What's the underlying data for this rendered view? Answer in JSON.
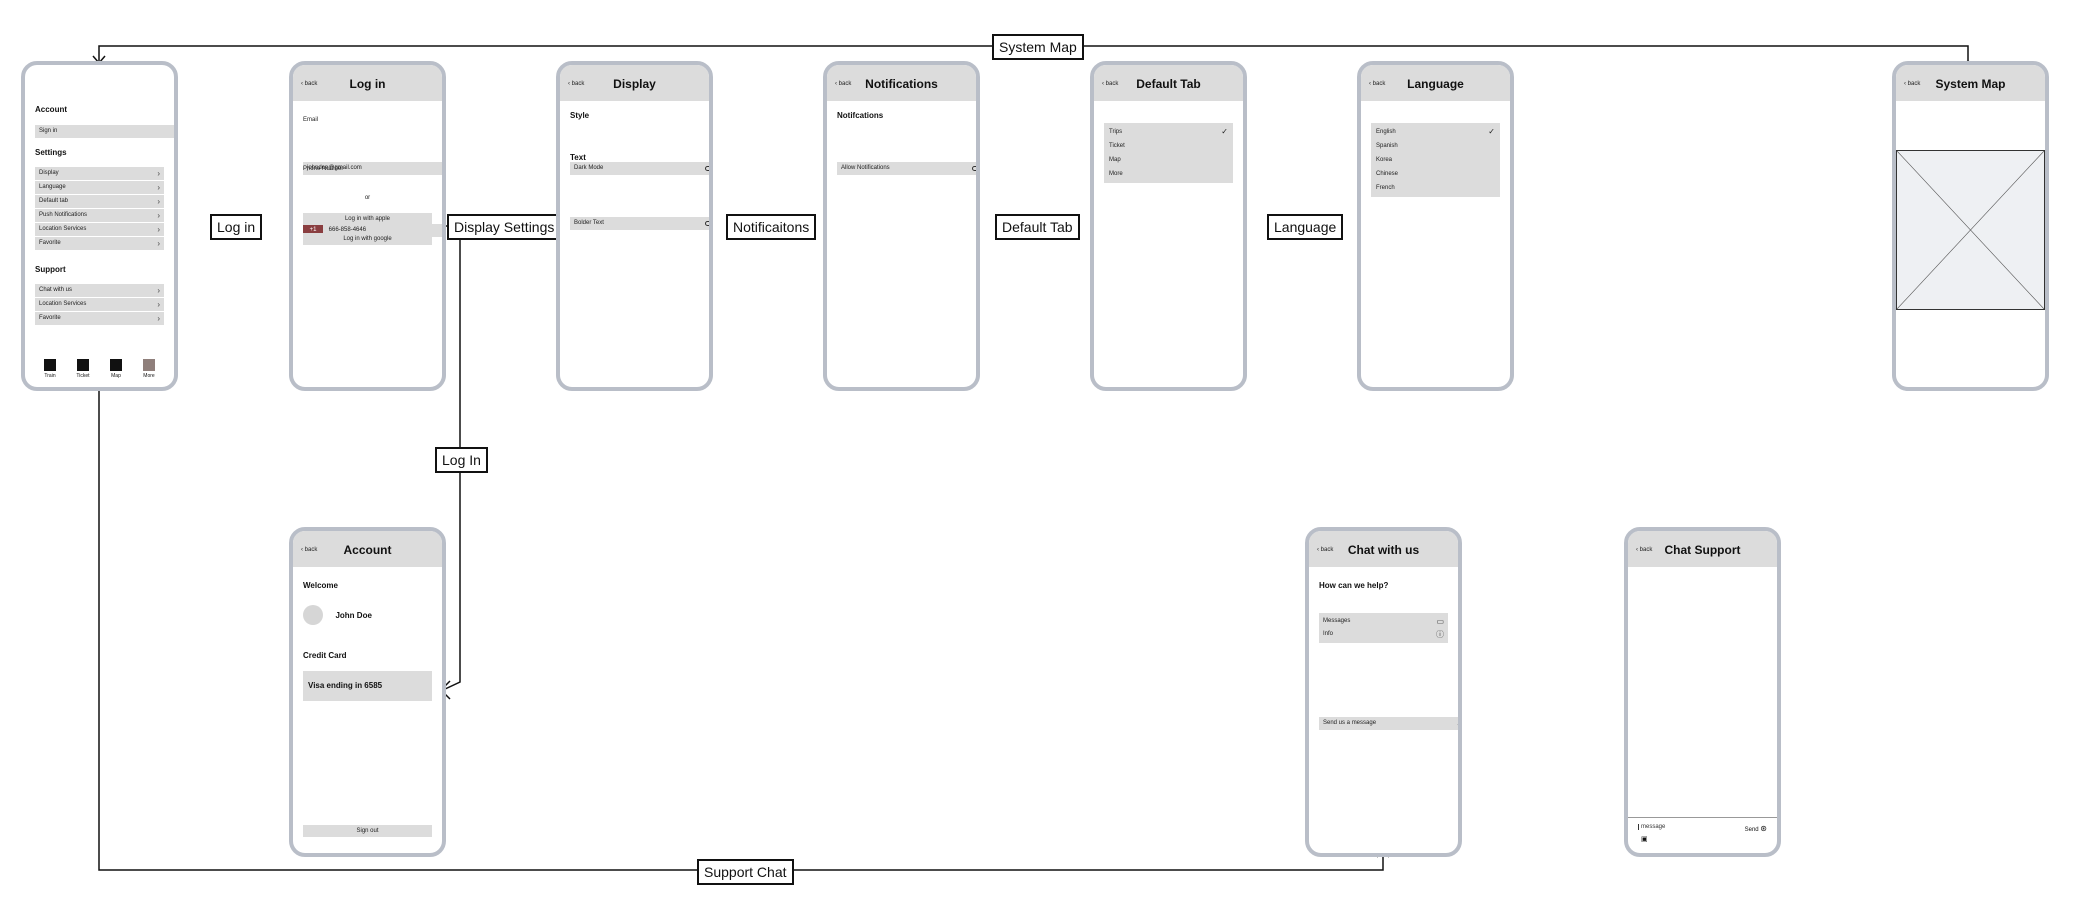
{
  "connectors": {
    "system_map": "System Map",
    "log_in": "Log in",
    "display_settings": "Display Settings",
    "notifications": "Notificaitons",
    "default_tab": "Default Tab",
    "language": "Language",
    "log_in_2": "Log In",
    "support_chat": "Support Chat"
  },
  "settings_screen": {
    "account_heading": "Account",
    "sign_in": "Sign in",
    "settings_heading": "Settings",
    "settings_items": [
      "Display",
      "Language",
      "Default tab",
      "Push Notifications",
      "Location Services",
      "Favorite"
    ],
    "support_heading": "Support",
    "support_items": [
      "Chat with us",
      "Location Services",
      "Favorite"
    ],
    "tabs": [
      "Train",
      "Ticket",
      "Map",
      "More"
    ],
    "tab_colors": [
      "#111111",
      "#111111",
      "#111111",
      "#8f7f7b"
    ]
  },
  "login_screen": {
    "back": "back",
    "title": "Log in",
    "email_label": "Email",
    "email_value": "johndoe@gmail.com",
    "phone_label": "Phone Number",
    "country_code": "+1",
    "phone_value": "666-858-4646",
    "or": "or",
    "apple_button": "Log in with apple",
    "google_button": "Log in with google"
  },
  "display_screen": {
    "back": "back",
    "title": "Display",
    "style_heading": "Style",
    "dark_mode": "Dark Mode",
    "text_heading": "Text",
    "bolder_text": "Bolder Text"
  },
  "notifications_screen": {
    "back": "back",
    "title": "Notifications",
    "heading": "Notifcations",
    "allow": "Allow Notifications"
  },
  "default_tab_screen": {
    "back": "back",
    "title": "Default Tab",
    "options": [
      "Trips",
      "Ticket",
      "Map",
      "More"
    ]
  },
  "language_screen": {
    "back": "back",
    "title": "Language",
    "options": [
      "English",
      "Spanish",
      "Korea",
      "Chinese",
      "French"
    ]
  },
  "system_map_screen": {
    "back": "back",
    "title": "System Map"
  },
  "account_screen": {
    "back": "back",
    "title": "Account",
    "welcome": "Welcome",
    "name": "John Doe",
    "credit_heading": "Credit Card",
    "card": "Visa ending in 6585",
    "sign_out": "Sign out"
  },
  "chat_with_us_screen": {
    "back": "back",
    "title": "Chat with us",
    "help": "How can we help?",
    "messages": "Messages",
    "info": "Info",
    "send_message": "Send us a message"
  },
  "chat_support_screen": {
    "back": "back",
    "title": "Chat Support",
    "message_placeholder": "message",
    "send": "Send"
  }
}
